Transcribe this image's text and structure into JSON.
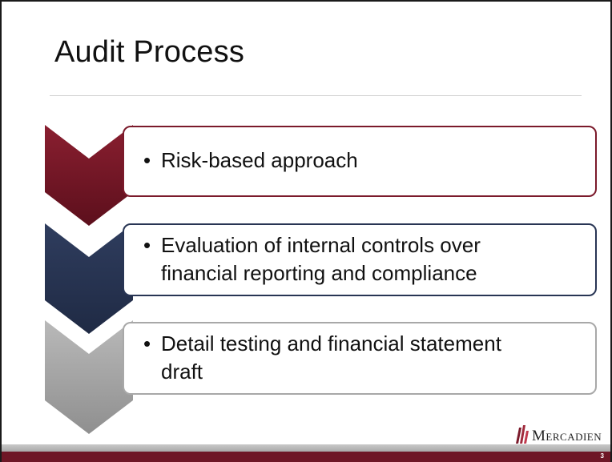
{
  "slide": {
    "title": "Audit Process",
    "steps": [
      {
        "lines": [
          "Risk-based approach"
        ],
        "color": "#7b1a2b"
      },
      {
        "lines": [
          "Evaluation of internal controls over",
          "financial reporting and compliance"
        ],
        "color": "#283554"
      },
      {
        "lines": [
          "Detail testing and financial statement",
          "draft"
        ],
        "color": "#a8a8a8"
      }
    ],
    "bullet": "•"
  },
  "logo": {
    "first_letter": "M",
    "rest": "ERCADIEN"
  },
  "footer": {
    "page_number": "3",
    "accent_color": "#6e1626"
  }
}
